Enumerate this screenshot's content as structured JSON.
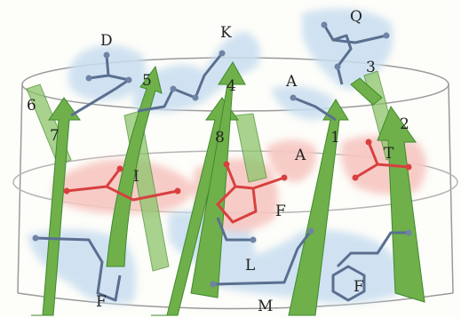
{
  "figure": {
    "labels": {
      "D": "D",
      "K": "K",
      "Q": "Q",
      "A_top": "A",
      "n5": "5",
      "n4": "4",
      "n3": "3",
      "n6": "6",
      "n7": "7",
      "n8": "8",
      "n1": "1",
      "n2": "2",
      "I": "I",
      "A_mid": "A",
      "T": "T",
      "F_mid": "F",
      "L": "L",
      "M": "M",
      "F_left": "F",
      "F_right": "F"
    },
    "colors": {
      "strand": "#6fb04a",
      "strand_dark": "#3f8a2e",
      "pocket_red": "#e24a4a",
      "pocket_glow_red": "#f7c7c2",
      "pocket_blue": "#5a6f90",
      "pocket_glow_blue": "#c9def0",
      "barrel_line": "#8a8a8a"
    }
  }
}
